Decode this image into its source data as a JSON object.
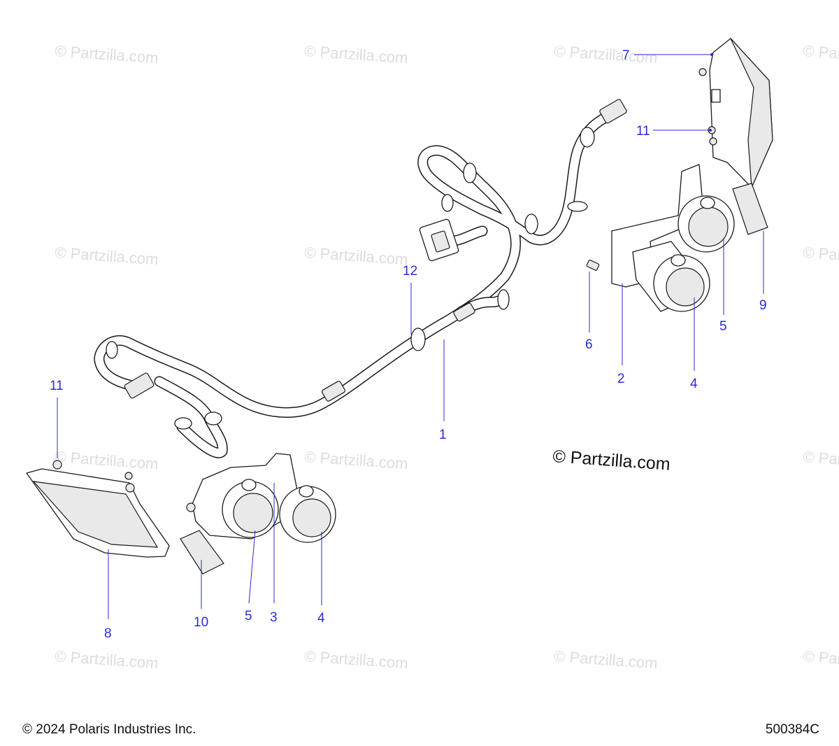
{
  "watermark": {
    "repeat_text": "© Partzilla.com",
    "main_text": "© Partzilla.com"
  },
  "callouts": [
    {
      "number": "1"
    },
    {
      "number": "2"
    },
    {
      "number": "3"
    },
    {
      "number": "4"
    },
    {
      "number": "4"
    },
    {
      "number": "5"
    },
    {
      "number": "5"
    },
    {
      "number": "6"
    },
    {
      "number": "7"
    },
    {
      "number": "8"
    },
    {
      "number": "9"
    },
    {
      "number": "10"
    },
    {
      "number": "11"
    },
    {
      "number": "11"
    },
    {
      "number": "12"
    }
  ],
  "footer": {
    "copyright": "© 2024 Polaris Industries Inc.",
    "diagram_id": "500384C"
  },
  "colors": {
    "callout": "#2a2ad8",
    "linework": "#1a1a1a",
    "watermark": "#dcdcdc"
  }
}
